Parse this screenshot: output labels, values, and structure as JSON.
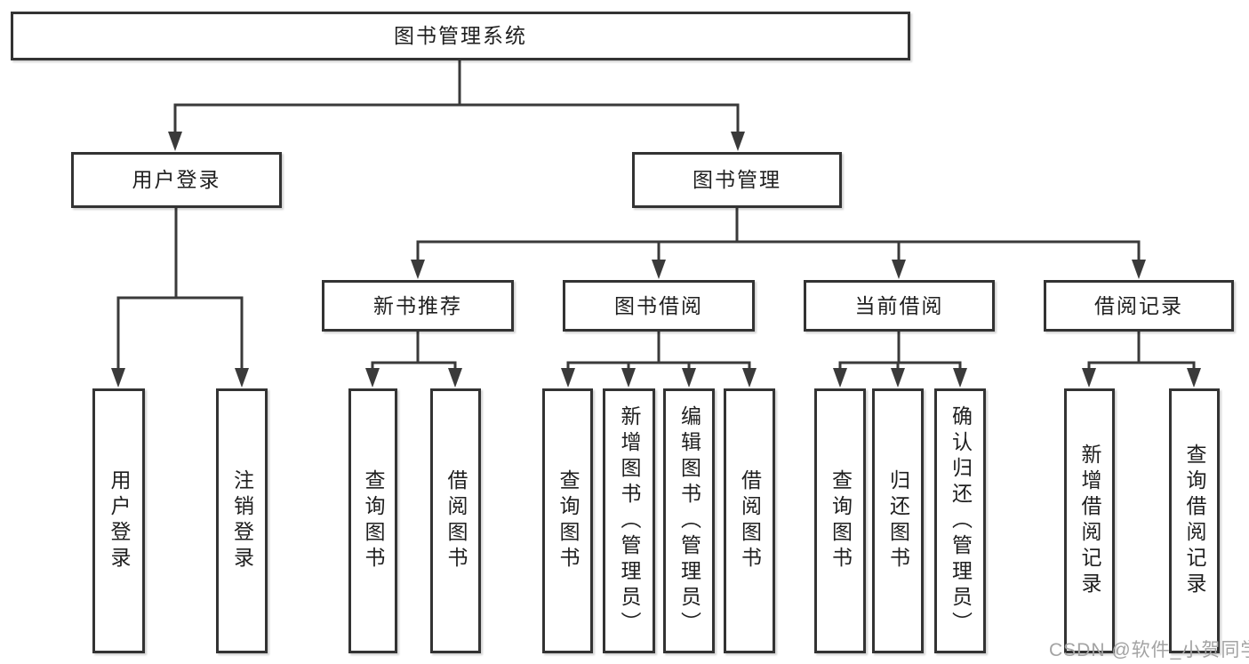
{
  "diagram": {
    "root": {
      "label": "图书管理系统"
    },
    "level2": [
      {
        "label": "用户登录"
      },
      {
        "label": "图书管理"
      }
    ],
    "level3": [
      {
        "label": "新书推荐"
      },
      {
        "label": "图书借阅"
      },
      {
        "label": "当前借阅"
      },
      {
        "label": "借阅记录"
      }
    ],
    "leaves": {
      "user_login": [
        {
          "label": "用户登录"
        },
        {
          "label": "注销登录"
        }
      ],
      "new_book": [
        {
          "label": "查询图书"
        },
        {
          "label": "借阅图书"
        }
      ],
      "book_borrow": [
        {
          "label": "查询图书"
        },
        {
          "label": "新增图书（管理员）"
        },
        {
          "label": "编辑图书（管理员）"
        },
        {
          "label": "借阅图书"
        }
      ],
      "current_borrow": [
        {
          "label": "查询图书"
        },
        {
          "label": "归还图书"
        },
        {
          "label": "确认归还（管理员）"
        }
      ],
      "borrow_record": [
        {
          "label": "新增借阅记录"
        },
        {
          "label": "查询借阅记录"
        }
      ]
    },
    "watermark": {
      "text": "CSDN @软件_小贺同学",
      "color": "#a3a3a3"
    },
    "colors": {
      "line": "#3a3a3a",
      "box_border": "#333333",
      "text": "#1f1f1f",
      "background": "#ffffff"
    }
  }
}
